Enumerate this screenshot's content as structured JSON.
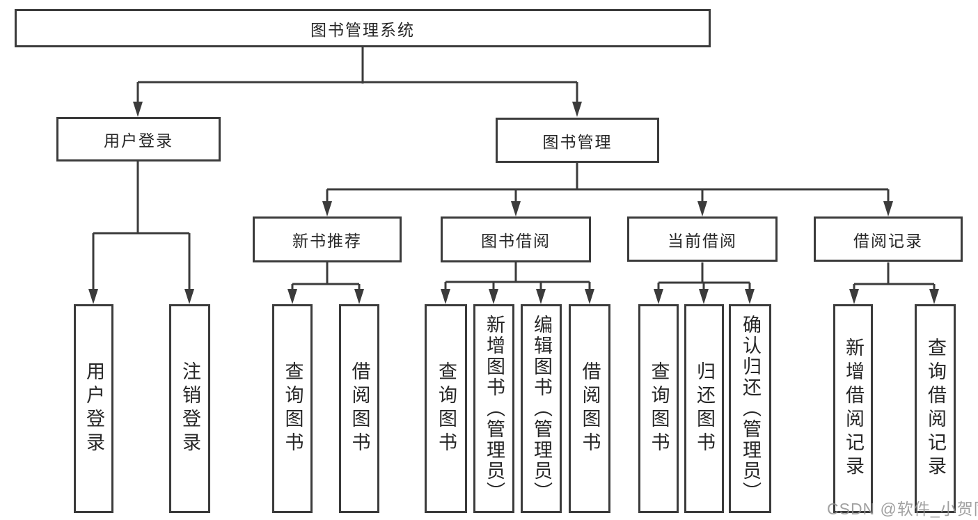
{
  "tree": {
    "root": {
      "label": "图书管理系统"
    },
    "user_login": {
      "label": "用户登录",
      "children": [
        {
          "label": "用户登录"
        },
        {
          "label": "注销登录"
        }
      ]
    },
    "book_management": {
      "label": "图书管理",
      "sections": [
        {
          "label": "新书推荐",
          "children": [
            {
              "label": "查询图书"
            },
            {
              "label": "借阅图书"
            }
          ]
        },
        {
          "label": "图书借阅",
          "children": [
            {
              "label": "查询图书"
            },
            {
              "label": "新增图书（管理员）"
            },
            {
              "label": "编辑图书（管理员）"
            },
            {
              "label": "借阅图书"
            }
          ]
        },
        {
          "label": "当前借阅",
          "children": [
            {
              "label": "查询图书"
            },
            {
              "label": "归还图书"
            },
            {
              "label": "确认归还（管理员）"
            }
          ]
        },
        {
          "label": "借阅记录",
          "children": [
            {
              "label": "新增借阅记录"
            },
            {
              "label": "查询借阅记录"
            }
          ]
        }
      ]
    }
  },
  "watermark": {
    "text": "CSDN @软件_小贺同学",
    "color": "#919191"
  },
  "colors": {
    "line": "#3b3b3b",
    "box_border": "#3b3b3b",
    "text": "#262626",
    "background": "#ffffff"
  }
}
